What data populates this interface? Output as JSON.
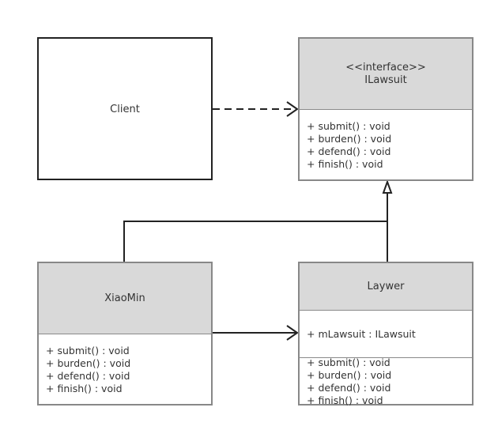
{
  "client": {
    "name": "Client"
  },
  "ilawsuit": {
    "stereotype": "<<interface>>",
    "name": "ILawsuit",
    "methods": [
      "+ submit() : void",
      "+ burden() : void",
      "+ defend() : void",
      "+ finish() : void"
    ]
  },
  "xiaomin": {
    "name": "XiaoMin",
    "methods": [
      "+ submit() : void",
      "+ burden() : void",
      "+ defend() : void",
      "+ finish() : void"
    ]
  },
  "laywer": {
    "name": "Laywer",
    "attributes": [
      "+ mLawsuit : ILawsuit"
    ],
    "methods": [
      "+ submit() : void",
      "+ burden() : void",
      "+ defend() : void",
      "+ finish() : void"
    ]
  }
}
